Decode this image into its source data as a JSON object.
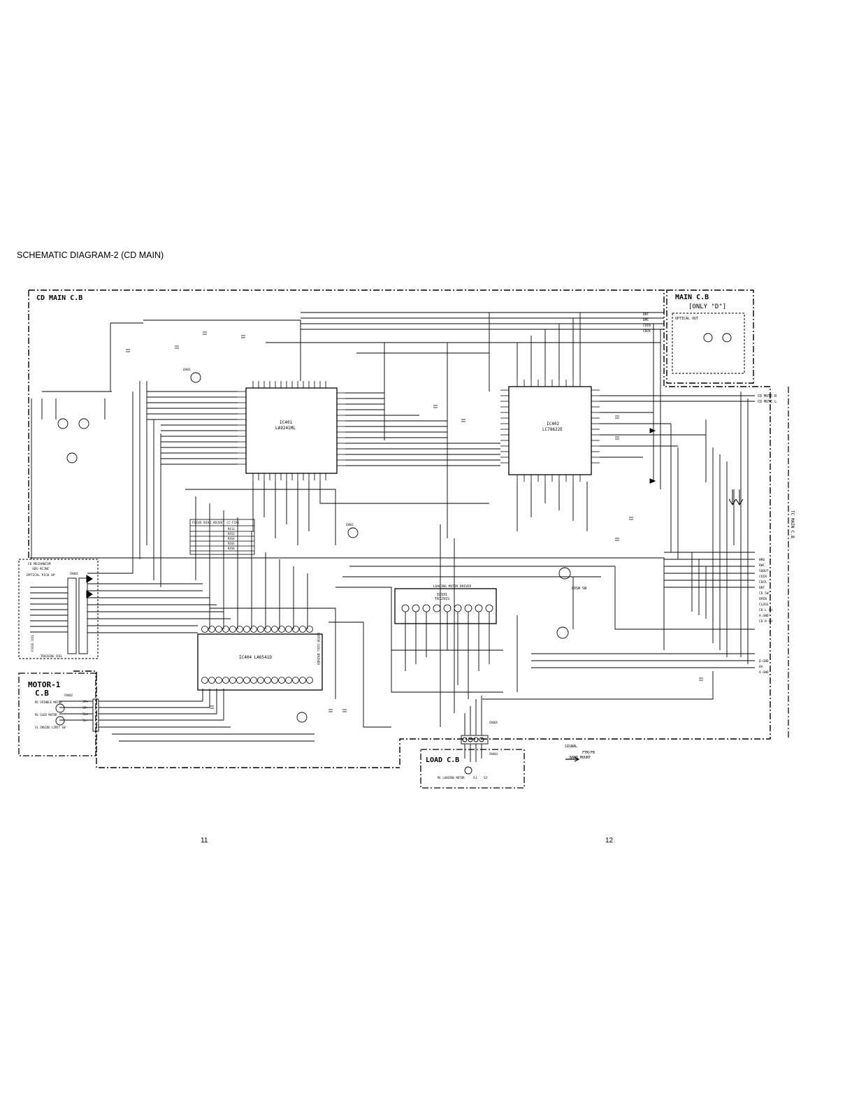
{
  "title": "SCHEMATIC DIAGRAM-2 (CD MAIN)",
  "page_left": "11",
  "page_right": "12",
  "boards": {
    "cd_main": "CD MAIN C.B",
    "main": "MAIN C.B",
    "main_note": "[ONLY \"D\"]",
    "optical_out": "OPTICAL OUT",
    "motor": "MOTOR-1",
    "motor_sub": "C.B",
    "load": "LOAD C.B",
    "tc_main": "TC MAIN C.B",
    "cd_mechanism": "CD MECHANISM",
    "mechanism_model": "SDS-9CJNC",
    "pickup": "OPTICAL PICK UP",
    "focus_coil": "FOCUS COIL",
    "tracking_coil": "TRACKING COIL"
  },
  "ics": {
    "ic401": "IC401",
    "ic401_part": "LA9241ML",
    "ic402": "IC402",
    "ic402_part": "LC78622E",
    "ic404": "IC404 LA6541D",
    "ic404_note": "MOTOR COIL DRIVER",
    "ic931": "IC931",
    "ic931_part": "TA7291S",
    "ic931_note": "LOADING MOTOR DRIVER",
    "q402": "Q402",
    "q401": "Q401"
  },
  "table": {
    "title": "FOCUS BIAS ADJUST (C-FIX)",
    "rows": [
      "R413",
      "R4S3",
      "R4S4",
      "R4SS",
      "R4S6"
    ]
  },
  "mute_labels": [
    "CD MUTE R",
    "CD MUTE L"
  ],
  "bus_top": [
    "BRF",
    "BMC",
    "COIN",
    "CBCK"
  ],
  "tc_main_signals": [
    "WRQ",
    "RWC",
    "SQOUT",
    "COIN",
    "CBCK",
    "BRF",
    "CD 5W",
    "OPEN",
    "CLOSE",
    "CD L CH",
    "A.GND",
    "CD R CH"
  ],
  "pow_signals": [
    "D.GND",
    "8V",
    "A.GND"
  ],
  "motor_pins": [
    "SP+",
    "SP-",
    "SL+",
    "SL-"
  ],
  "motor_parts": {
    "spindle": "M2 SPINDLE MOTOR",
    "sled": "M3 SLED MOTOR",
    "inside": "S1 INSIDE LIMIT SW"
  },
  "load_parts": {
    "motor": "M1 LOADING MOTOR",
    "pins": [
      "S1",
      "S2"
    ]
  },
  "connectors": {
    "cn401": "CN401",
    "cn402": "CN402",
    "cn403": "CN403",
    "cn405": "CN405"
  },
  "cd_sw": "CDSW SW",
  "signal_legend": {
    "label": "SIGNAL",
    "item": "FTM/FB",
    "item2": "BAND MOUNT"
  },
  "colors": {
    "ink": "#000000",
    "paper": "#ffffff"
  }
}
